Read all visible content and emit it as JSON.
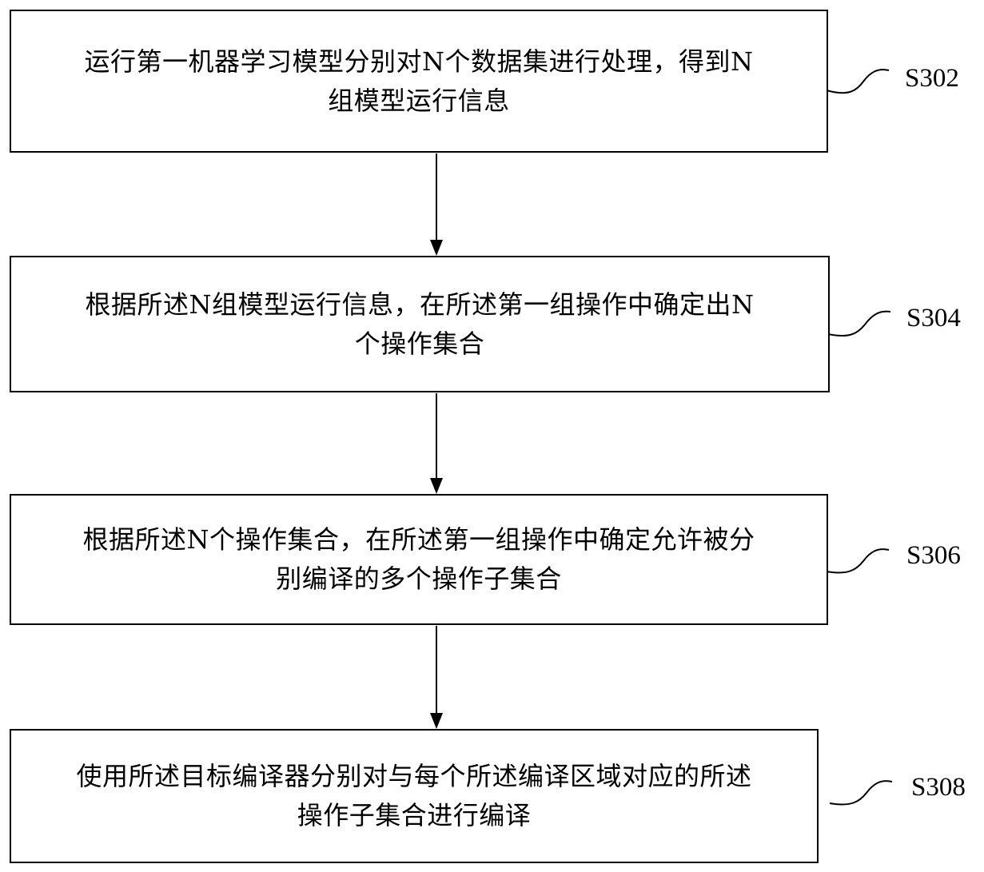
{
  "steps": [
    {
      "line1": "运行第一机器学习模型分别对N个数据集进行处理，得到N",
      "line2": "组模型运行信息",
      "label": "S302"
    },
    {
      "line1": "根据所述N组模型运行信息，在所述第一组操作中确定出N",
      "line2": "个操作集合",
      "label": "S304"
    },
    {
      "line1": "根据所述N个操作集合，在所述第一组操作中确定允许被分",
      "line2": "别编译的多个操作子集合",
      "label": "S306"
    },
    {
      "line1": "使用所述目标编译器分别对与每个所述编译区域对应的所述",
      "line2": "操作子集合进行编译",
      "label": "S308"
    }
  ]
}
